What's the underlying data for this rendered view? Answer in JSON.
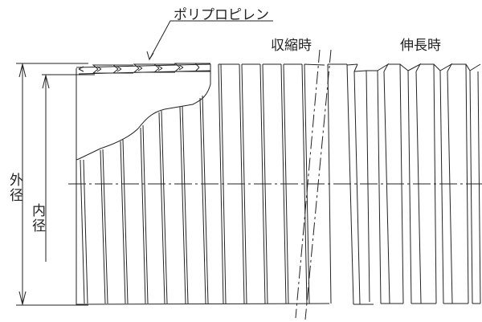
{
  "diagram": {
    "subject": "corrugated polypropylene hose cross-section",
    "labels": {
      "material": "ポリプロピレン",
      "compressed": "収縮時",
      "extended": "伸長時",
      "outer_diameter": "外径",
      "inner_diameter": "内径"
    },
    "colors": {
      "line": "#222222",
      "background": "#ffffff"
    }
  }
}
